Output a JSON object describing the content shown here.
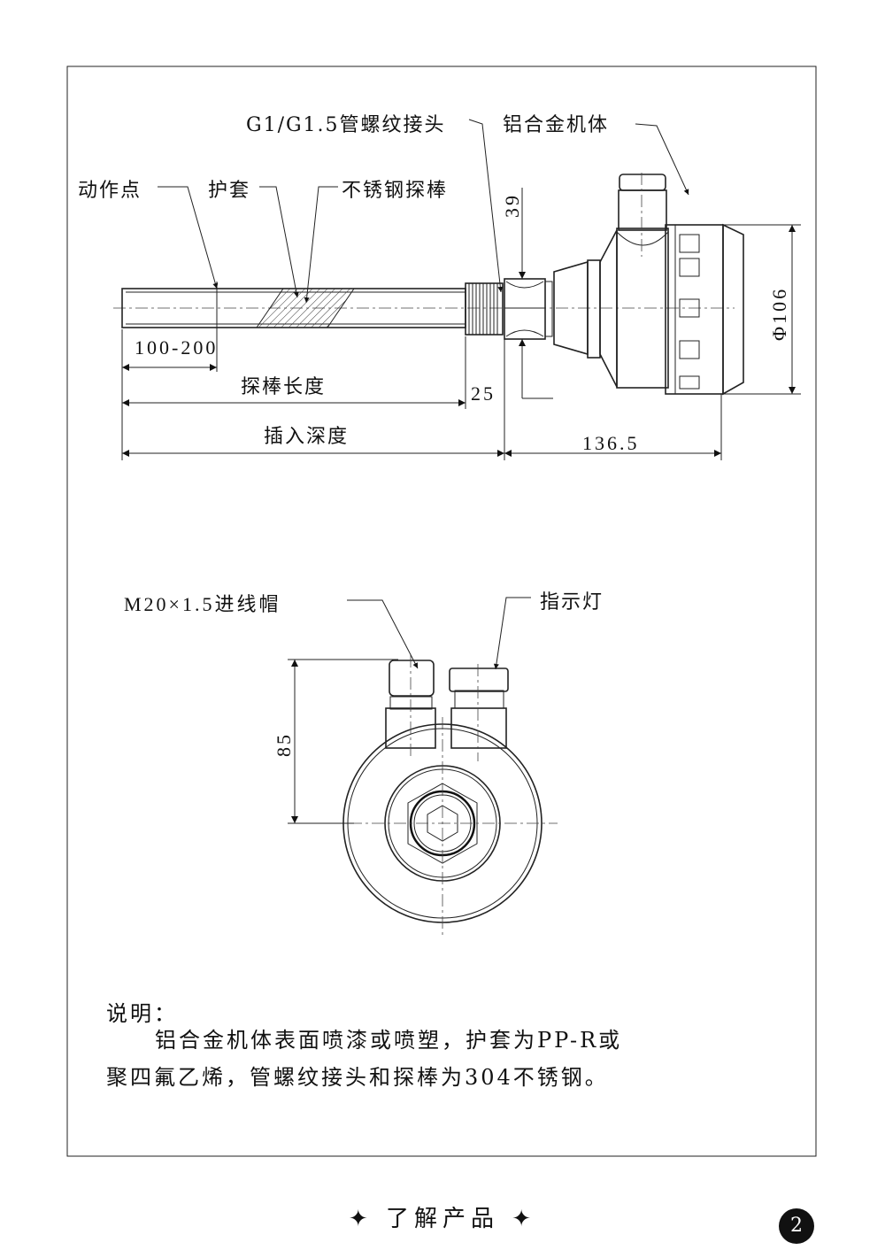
{
  "side_view": {
    "labels": {
      "thread_joint": "G1/G1.5管螺纹接头",
      "aluminum_body": "铝合金机体",
      "action_point": "动作点",
      "sheath": "护套",
      "stainless_probe": "不锈钢探棒"
    },
    "dimensions": {
      "d39": "39",
      "range": "100-200",
      "probe_length": "探棒长度",
      "d25": "25",
      "insertion_depth": "插入深度",
      "d136_5": "136.5",
      "diameter": "Φ106"
    }
  },
  "top_view": {
    "labels": {
      "cable_gland": "M20×1.5进线帽",
      "indicator": "指示灯"
    },
    "dimensions": {
      "d85": "85"
    }
  },
  "notes": {
    "title": "说明：",
    "line1": "铝合金机体表面喷漆或喷塑，护套为PP-R或",
    "line2": "聚四氟乙烯，管螺纹接头和探棒为304不锈钢。"
  },
  "footer": {
    "text": "了解产品",
    "decor_icon": "four-point-star",
    "page_number": "2"
  }
}
